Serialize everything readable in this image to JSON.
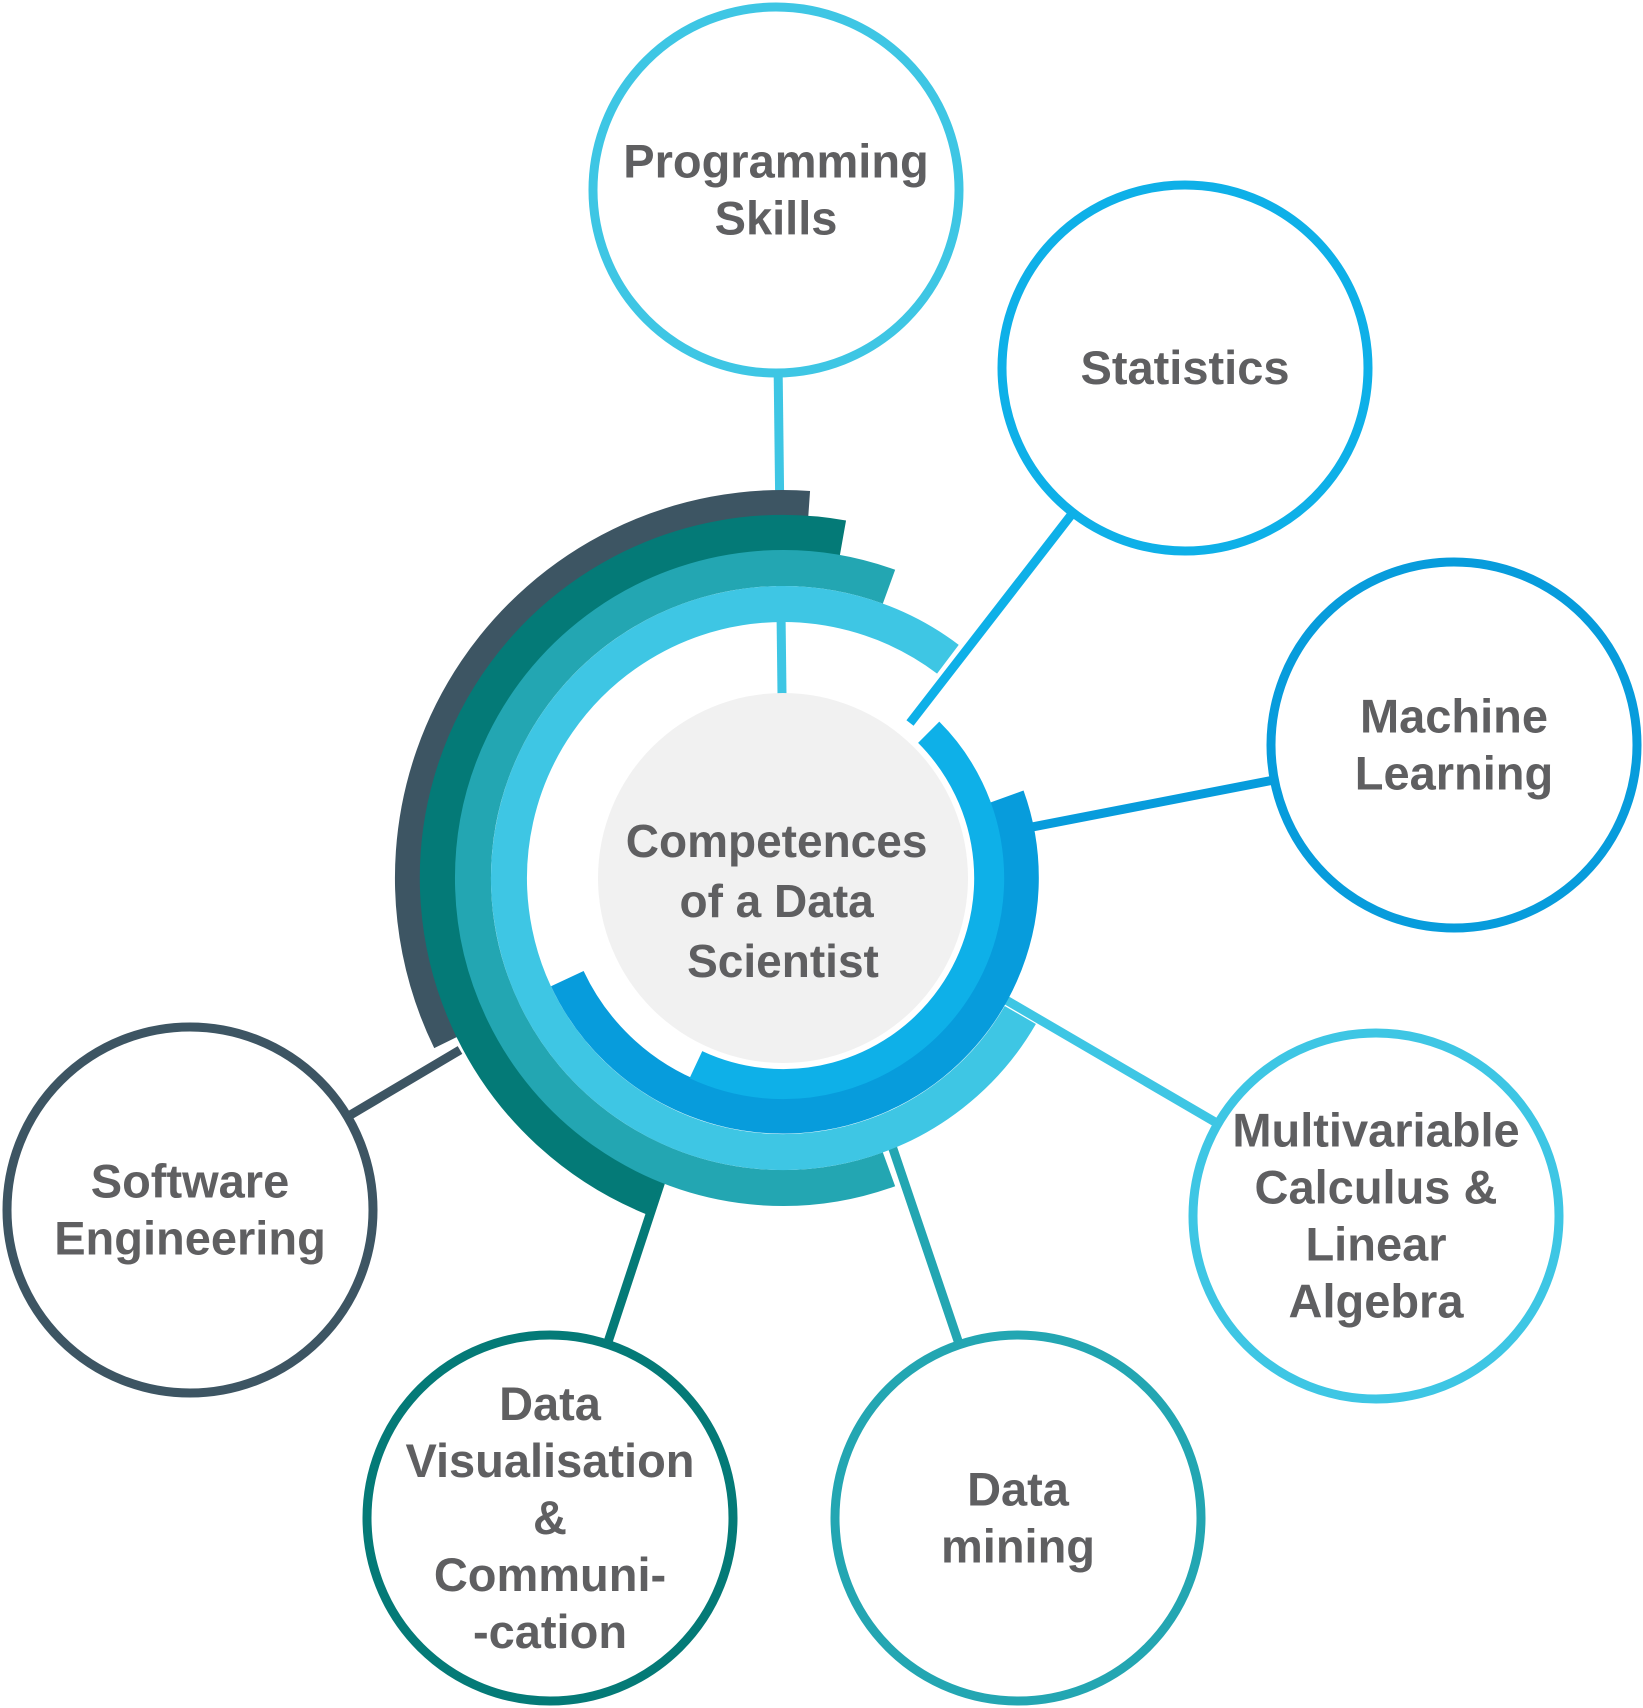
{
  "center": {
    "lines": [
      "Competences",
      "of a Data",
      "Scientist"
    ]
  },
  "nodes": [
    {
      "id": "programming-skills",
      "lines": [
        "Programming",
        "Skills"
      ],
      "color": "#3ec6e4"
    },
    {
      "id": "statistics",
      "lines": [
        "Statistics"
      ],
      "color": "#0eb0e8"
    },
    {
      "id": "machine-learning",
      "lines": [
        "Machine",
        "Learning"
      ],
      "color": "#079cdc"
    },
    {
      "id": "multivariable-calculus-linear-algebra",
      "lines": [
        "Multivariable",
        "Calculus &",
        "Linear",
        "Algebra"
      ],
      "color": "#3ec6e4"
    },
    {
      "id": "data-mining",
      "lines": [
        "Data",
        "mining"
      ],
      "color": "#23a6b2"
    },
    {
      "id": "data-visualisation-communication",
      "lines": [
        "Data",
        "Visualisation",
        "&",
        "Communi-",
        "-cation"
      ],
      "color": "#047a77"
    },
    {
      "id": "software-engineering",
      "lines": [
        "Software",
        "Engineering"
      ],
      "color": "#3d5563"
    }
  ],
  "colors": {
    "center_fill": "#f1f1f1",
    "text": "#5f5f61",
    "ring_slate": "#3d5563",
    "ring_teal_dark": "#047a77",
    "ring_teal": "#23a6b2",
    "ring_cyan": "#3ec6e4",
    "ring_blue": "#079cdc",
    "ring_sky": "#0eb0e8"
  }
}
